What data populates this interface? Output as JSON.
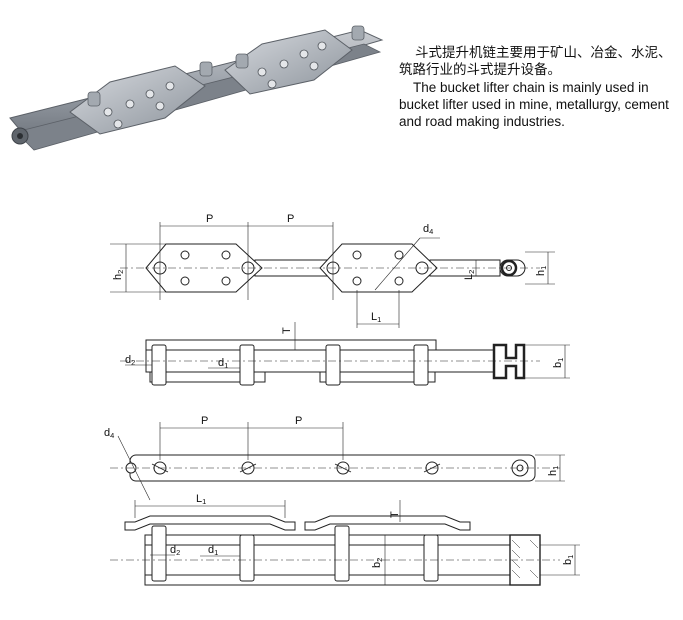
{
  "description": {
    "chinese_line1": "斗式提升机链主要用于矿山、冶金、水泥、",
    "chinese_line2": "筑路行业的斗式提升设备。",
    "english": "The bucket lifter chain is mainly used in bucket lifter used in mine, metallurgy, cement and road making industries."
  },
  "drawing1": {
    "pitch_left": "P",
    "pitch_right": "P",
    "d4": "d",
    "d4_sub": "4",
    "h2": "h",
    "h2_sub": "2",
    "L2": "L",
    "L2_sub": "2",
    "h1": "h",
    "h1_sub": "1",
    "L1": "L",
    "L1_sub": "1",
    "T": "T",
    "d2": "d",
    "d2_sub": "2",
    "d1": "d",
    "d1_sub": "1",
    "b1": "b",
    "b1_sub": "1"
  },
  "drawing2": {
    "pitch_left": "P",
    "pitch_right": "P",
    "d4": "d",
    "d4_sub": "4",
    "h1": "h",
    "h1_sub": "1",
    "L1": "L",
    "L1_sub": "1",
    "T": "T",
    "d2": "d",
    "d2_sub": "2",
    "d1": "d",
    "d1_sub": "1",
    "b2": "b",
    "b2_sub": "2",
    "b1": "b",
    "b1_sub": "1"
  }
}
